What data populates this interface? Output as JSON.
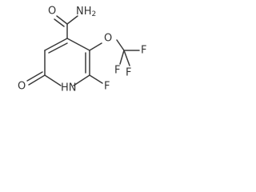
{
  "structure": {
    "atoms": {
      "o_amide": "O",
      "n_amide": "NH",
      "n_amide_sub": "2",
      "o_ether": "O",
      "f_top": "F",
      "f_right": "F",
      "f_bottom": "F",
      "o_keto": "O",
      "n_ring": "HN",
      "f_ring": "F"
    }
  }
}
